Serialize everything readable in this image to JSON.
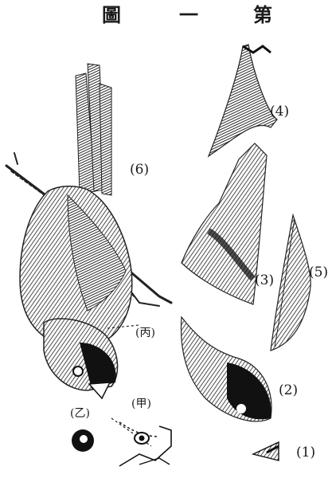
{
  "title": {
    "char_1": "圖",
    "char_2": "一",
    "char_3": "第"
  },
  "labels": {
    "p1": "(1)",
    "p2": "(2)",
    "p3": "(3)",
    "p4": "(4)",
    "p5": "(5)",
    "p6": "(6)",
    "jia": "(甲)",
    "yi": "(乙)",
    "bing": "(丙)"
  }
}
